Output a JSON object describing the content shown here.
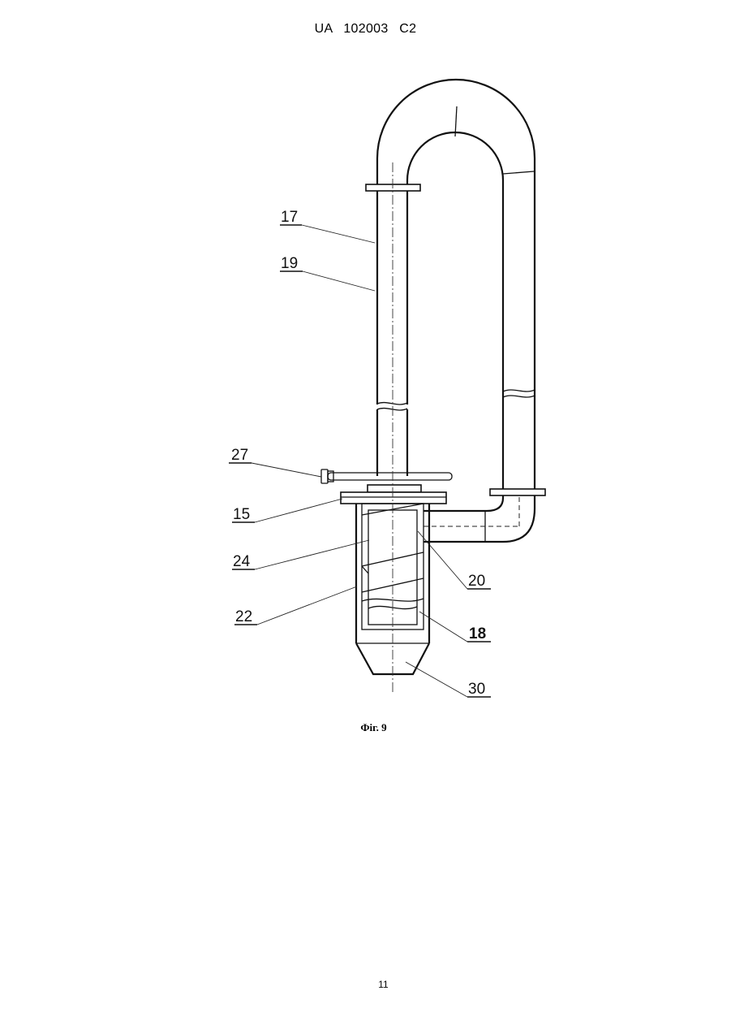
{
  "header": {
    "patent_number": "UA   102003   C2"
  },
  "figure": {
    "caption": "Фіг. 9",
    "callouts": {
      "c17": "17",
      "c19": "19",
      "c27": "27",
      "c15": "15",
      "c24": "24",
      "c22": "22",
      "c20": "20",
      "c18": "18",
      "c30": "30"
    }
  },
  "footer": {
    "page_number": "11"
  }
}
